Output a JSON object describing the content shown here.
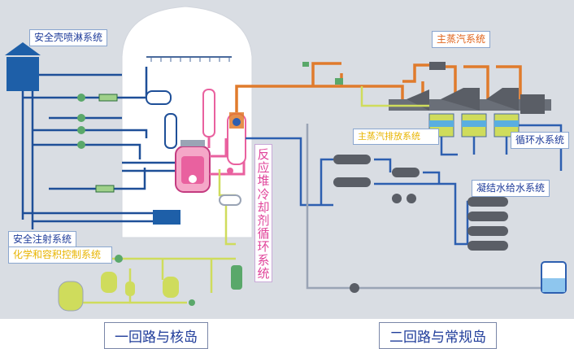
{
  "labels": {
    "spray": "安全壳喷淋系统",
    "main_steam": "主蒸汽系统",
    "steam_dump": "主蒸汽排放系统",
    "circ_water": "循环水系统",
    "condensate": "凝结水给水系统",
    "safety_injection": "安全注射系统",
    "cvcs": "化学和容积控制系统",
    "reactor_coolant": "反应堆冷却剂循环系统"
  },
  "regions": {
    "primary": "一回路与核岛",
    "secondary": "二回路与常规岛"
  },
  "colors": {
    "background": "#ffffff",
    "diagram_bg": "#d9dde3",
    "containment": "#ffffff",
    "feed_pipe": "#2d5fb0",
    "steam_pipe": "#e07b2c",
    "safety_pipe": "#1e4f98",
    "cvcs_pipe": "#cfdc5c",
    "grey_pipe": "#9aa4b5",
    "reactor": "#e9619f",
    "label_blue": "#1f3c9a",
    "label_orange": "#e0641c",
    "label_yellow": "#e8b400",
    "label_pink": "#e0449a"
  }
}
